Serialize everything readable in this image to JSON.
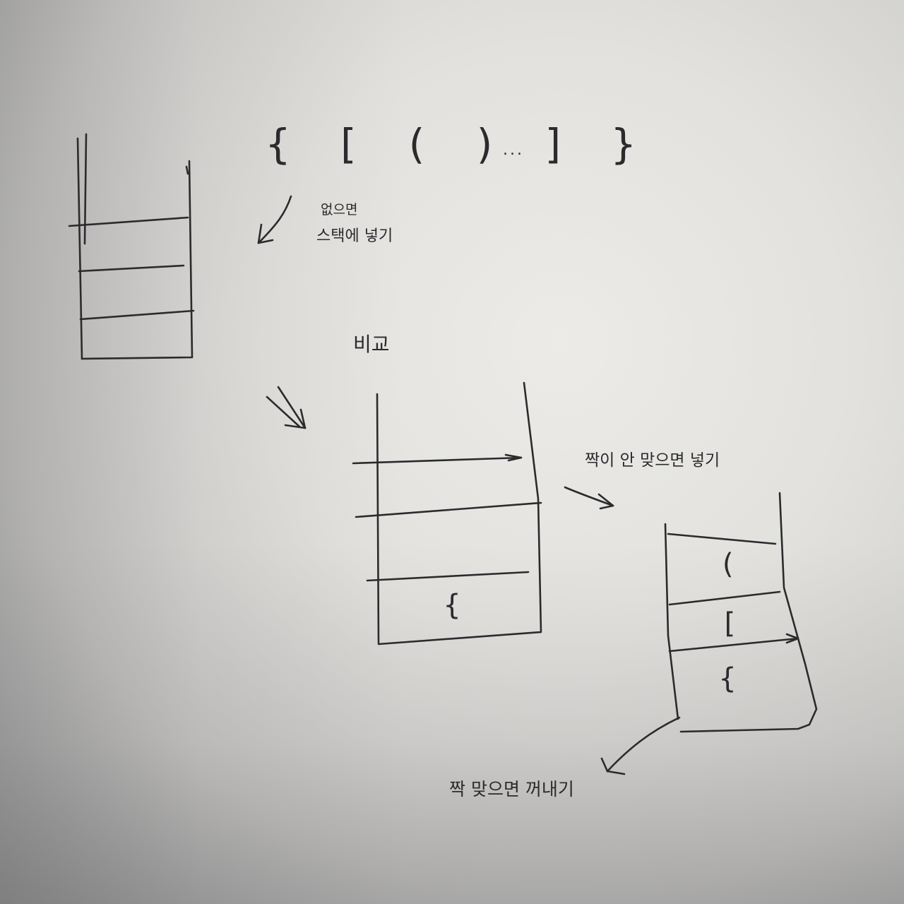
{
  "bracket_sequence": "{ [ ( ) ] }",
  "bracket_trailing": "...",
  "labels": {
    "push_if_none_line1": "없으면",
    "push_if_none_line2": "스택에 넣기",
    "compare": "비교",
    "push_if_not_match": "짝이  안 맞으면 넣기",
    "pop_if_match": "짝 맞으면 꺼내기"
  },
  "middle_stack": {
    "bottom": "{"
  },
  "right_stack": {
    "top": "(",
    "middle": "[",
    "bottom": "{"
  },
  "colors": {
    "ink": "#2b2b2e",
    "paper": "#e2e1de"
  }
}
